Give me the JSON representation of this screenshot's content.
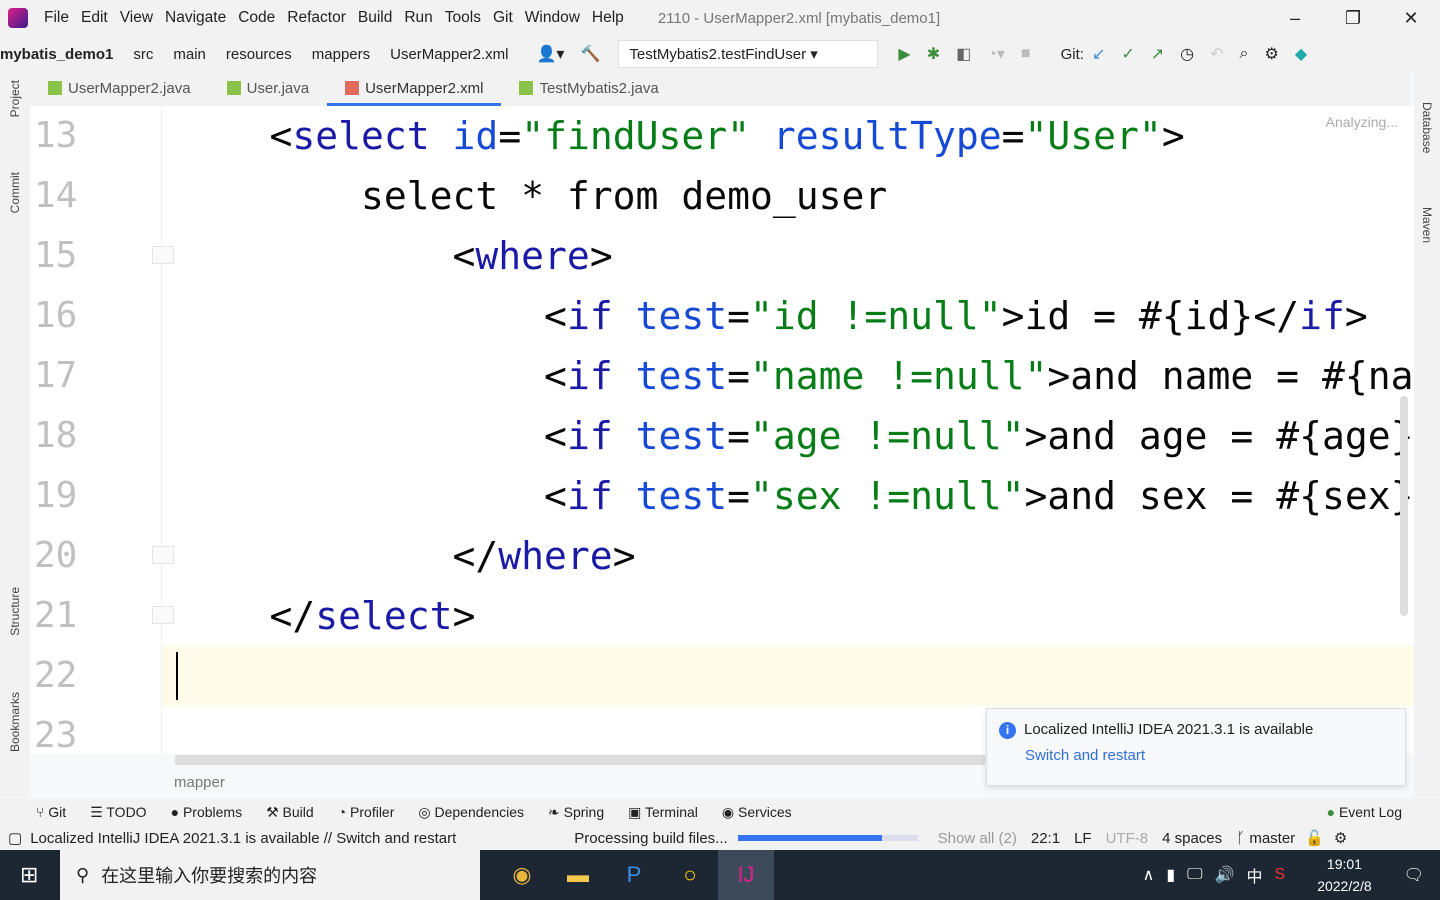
{
  "menu": {
    "items": [
      "File",
      "Edit",
      "View",
      "Navigate",
      "Code",
      "Refactor",
      "Build",
      "Run",
      "Tools",
      "Git",
      "Window",
      "Help"
    ],
    "title": "2110 - UserMapper2.xml [mybatis_demo1]"
  },
  "nav": {
    "crumbs": [
      "mybatis_demo1",
      "src",
      "main",
      "resources",
      "mappers",
      "UserMapper2.xml"
    ],
    "run_config": "TestMybatis2.testFindUser",
    "git_label": "Git:"
  },
  "tabs": [
    {
      "label": "UserMapper2.java",
      "type": "java"
    },
    {
      "label": "User.java",
      "type": "java"
    },
    {
      "label": "UserMapper2.xml",
      "type": "xml",
      "active": true
    },
    {
      "label": "TestMybatis2.java",
      "type": "java"
    }
  ],
  "left_strip": [
    "Project",
    "Commit",
    "Structure",
    "Bookmarks"
  ],
  "right_strip": [
    "Database",
    "Maven"
  ],
  "editor": {
    "analyzing": "Analyzing...",
    "current_line": 22,
    "lines": [
      {
        "n": "13",
        "tokens": [
          {
            "t": "    <",
            "c": "punc"
          },
          {
            "t": "select ",
            "c": "tag"
          },
          {
            "t": "id",
            "c": "attr"
          },
          {
            "t": "=",
            "c": "punc"
          },
          {
            "t": "\"findUser\" ",
            "c": "val"
          },
          {
            "t": "resultType",
            "c": "attr"
          },
          {
            "t": "=",
            "c": "punc"
          },
          {
            "t": "\"User\"",
            "c": "val"
          },
          {
            "t": ">",
            "c": "punc"
          }
        ]
      },
      {
        "n": "14",
        "tokens": [
          {
            "t": "        select * from demo_user",
            "c": "punc"
          }
        ]
      },
      {
        "n": "15",
        "tokens": [
          {
            "t": "            <",
            "c": "punc"
          },
          {
            "t": "where",
            "c": "tag"
          },
          {
            "t": ">",
            "c": "punc"
          }
        ]
      },
      {
        "n": "16",
        "tokens": [
          {
            "t": "                <",
            "c": "punc"
          },
          {
            "t": "if ",
            "c": "tag"
          },
          {
            "t": "test",
            "c": "attr"
          },
          {
            "t": "=",
            "c": "punc"
          },
          {
            "t": "\"id !=null\"",
            "c": "val"
          },
          {
            "t": ">id = #{id}</",
            "c": "punc"
          },
          {
            "t": "if",
            "c": "tag"
          },
          {
            "t": ">",
            "c": "punc"
          }
        ]
      },
      {
        "n": "17",
        "tokens": [
          {
            "t": "                <",
            "c": "punc"
          },
          {
            "t": "if ",
            "c": "tag"
          },
          {
            "t": "test",
            "c": "attr"
          },
          {
            "t": "=",
            "c": "punc"
          },
          {
            "t": "\"name !=null\"",
            "c": "val"
          },
          {
            "t": ">and name = #{na",
            "c": "punc"
          }
        ]
      },
      {
        "n": "18",
        "tokens": [
          {
            "t": "                <",
            "c": "punc"
          },
          {
            "t": "if ",
            "c": "tag"
          },
          {
            "t": "test",
            "c": "attr"
          },
          {
            "t": "=",
            "c": "punc"
          },
          {
            "t": "\"age !=null\"",
            "c": "val"
          },
          {
            "t": ">and age = #{age}",
            "c": "punc"
          }
        ]
      },
      {
        "n": "19",
        "tokens": [
          {
            "t": "                <",
            "c": "punc"
          },
          {
            "t": "if ",
            "c": "tag"
          },
          {
            "t": "test",
            "c": "attr"
          },
          {
            "t": "=",
            "c": "punc"
          },
          {
            "t": "\"sex !=null\"",
            "c": "val"
          },
          {
            "t": ">and sex = #{sex}",
            "c": "punc"
          }
        ]
      },
      {
        "n": "20",
        "tokens": [
          {
            "t": "            </",
            "c": "punc"
          },
          {
            "t": "where",
            "c": "tag"
          },
          {
            "t": ">",
            "c": "punc"
          }
        ]
      },
      {
        "n": "21",
        "tokens": [
          {
            "t": "    </",
            "c": "punc"
          },
          {
            "t": "select",
            "c": "tag"
          },
          {
            "t": ">",
            "c": "punc"
          }
        ]
      },
      {
        "n": "22",
        "tokens": []
      },
      {
        "n": "23",
        "tokens": []
      }
    ],
    "breadcrumb": "mapper"
  },
  "notification": {
    "title": "Localized IntelliJ IDEA 2021.3.1 is available",
    "action": "Switch and restart"
  },
  "toolwindows": [
    "Git",
    "TODO",
    "Problems",
    "Build",
    "Profiler",
    "Dependencies",
    "Spring",
    "Terminal",
    "Services"
  ],
  "event_log": "Event Log",
  "status": {
    "message": "Localized IntelliJ IDEA 2021.3.1 is available // Switch and restart",
    "process": "Processing build files...",
    "progress": 0.8,
    "show_all": "Show all (2)",
    "position": "22:1",
    "line_sep": "LF",
    "encoding": "UTF-8",
    "indent": "4 spaces",
    "branch": "master"
  },
  "taskbar": {
    "search_placeholder": "在这里输入你要搜索的内容",
    "ime": "中",
    "time": "19:01",
    "date": "2022/2/8"
  }
}
